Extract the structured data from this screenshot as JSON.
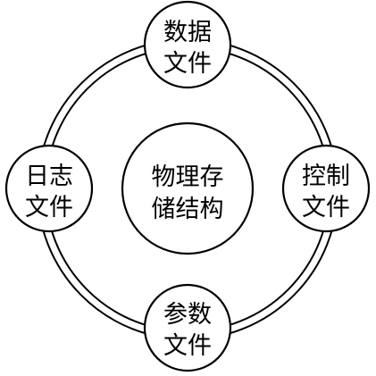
{
  "colors": {
    "stroke": "#000000",
    "fill": "#ffffff",
    "text": "#000000"
  },
  "center": {
    "line1": "物理存",
    "line2": "储结构"
  },
  "nodes": {
    "top": {
      "line1": "数据",
      "line2": "文件"
    },
    "right": {
      "line1": "控制",
      "line2": "文件"
    },
    "bottom": {
      "line1": "参数",
      "line2": "文件"
    },
    "left": {
      "line1": "日志",
      "line2": "文件"
    }
  }
}
